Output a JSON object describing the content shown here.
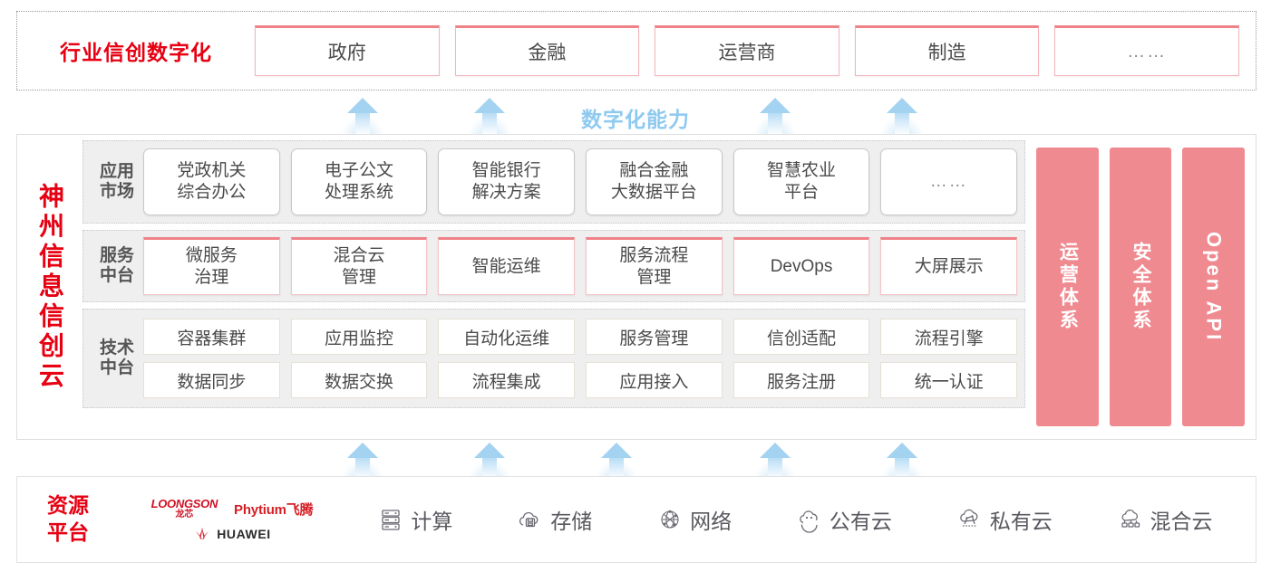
{
  "industry": {
    "title": "行业信创数字化",
    "boxes": [
      {
        "label": "政府"
      },
      {
        "label": "金融"
      },
      {
        "label": "运营商"
      },
      {
        "label": "制造"
      },
      {
        "label": "……"
      }
    ]
  },
  "digital_capability_label": "数字化能力",
  "cloud": {
    "title": "神州信息信创云",
    "layers": [
      {
        "key": "application-market",
        "label": "应用\n市场",
        "label_lines": [
          "应用",
          "市场"
        ],
        "boxes": [
          {
            "lines": [
              "党政机关",
              "综合办公"
            ]
          },
          {
            "lines": [
              "电子公文",
              "处理系统"
            ]
          },
          {
            "lines": [
              "智能银行",
              "解决方案"
            ]
          },
          {
            "lines": [
              "融合金融",
              "大数据平台"
            ]
          },
          {
            "lines": [
              "智慧农业",
              "平台"
            ]
          },
          {
            "lines": [
              "……"
            ]
          }
        ]
      },
      {
        "key": "service-platform",
        "label_lines": [
          "服务",
          "中台"
        ],
        "boxes": [
          {
            "lines": [
              "微服务",
              "治理"
            ]
          },
          {
            "lines": [
              "混合云",
              "管理"
            ]
          },
          {
            "lines": [
              "智能运维"
            ]
          },
          {
            "lines": [
              "服务流程",
              "管理"
            ]
          },
          {
            "lines": [
              "DevOps"
            ]
          },
          {
            "lines": [
              "大屏展示"
            ]
          }
        ]
      },
      {
        "key": "technology-platform",
        "label_lines": [
          "技术",
          "中台"
        ],
        "rows": [
          [
            "容器集群",
            "应用监控",
            "自动化运维",
            "服务管理",
            "信创适配",
            "流程引擎"
          ],
          [
            "数据同步",
            "数据交换",
            "流程集成",
            "应用接入",
            "服务注册",
            "统一认证"
          ]
        ]
      }
    ],
    "pillars": [
      {
        "label": "运营体系",
        "latin": false
      },
      {
        "label": "安全体系",
        "latin": false
      },
      {
        "label": "Open API",
        "latin": true
      }
    ]
  },
  "resource": {
    "title_lines": [
      "资源",
      "平台"
    ],
    "vendors": [
      {
        "name": "LOONGSON",
        "cn": "龙芯",
        "type": "loongson"
      },
      {
        "name": "Phytium飞腾",
        "type": "phytium"
      },
      {
        "name": "HUAWEI",
        "type": "huawei"
      }
    ],
    "items": [
      {
        "icon": "server-icon",
        "label": "计算"
      },
      {
        "icon": "cloud-storage-icon",
        "label": "存储"
      },
      {
        "icon": "network-mesh-icon",
        "label": "网络"
      },
      {
        "icon": "public-cloud-icon",
        "label": "公有云"
      },
      {
        "icon": "private-cloud-icon",
        "label": "私有云"
      },
      {
        "icon": "hybrid-cloud-icon",
        "label": "混合云"
      }
    ]
  },
  "colors": {
    "brand_red": "#e60012",
    "pink_panel": "#ef8a90",
    "pink_border": "#ef8189",
    "arrow_blue": "#a4d3f1",
    "label_blue": "#8ecaf0",
    "layer_bg": "#efefef"
  },
  "arrows": {
    "top_band_x": [
      400,
      540,
      855,
      995
    ],
    "bottom_band_x": [
      400,
      540,
      680,
      855,
      995
    ]
  }
}
